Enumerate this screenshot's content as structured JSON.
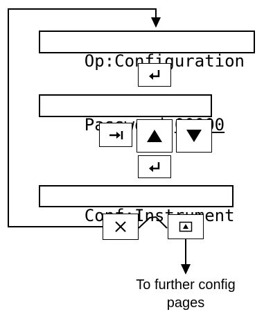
{
  "screens": {
    "op_config": "Op:Configuration",
    "password_label": "Password",
    "password_value": "00000",
    "conf_instrument": "Conf:Instrument"
  },
  "keys": {
    "enter": "enter-icon",
    "tab": "tab-right-icon",
    "up": "up-triangle-icon",
    "down": "down-triangle-icon",
    "exit": "exit-x-icon",
    "page": "page-icon"
  },
  "caption": {
    "line1": "To further config",
    "line2": "pages"
  }
}
